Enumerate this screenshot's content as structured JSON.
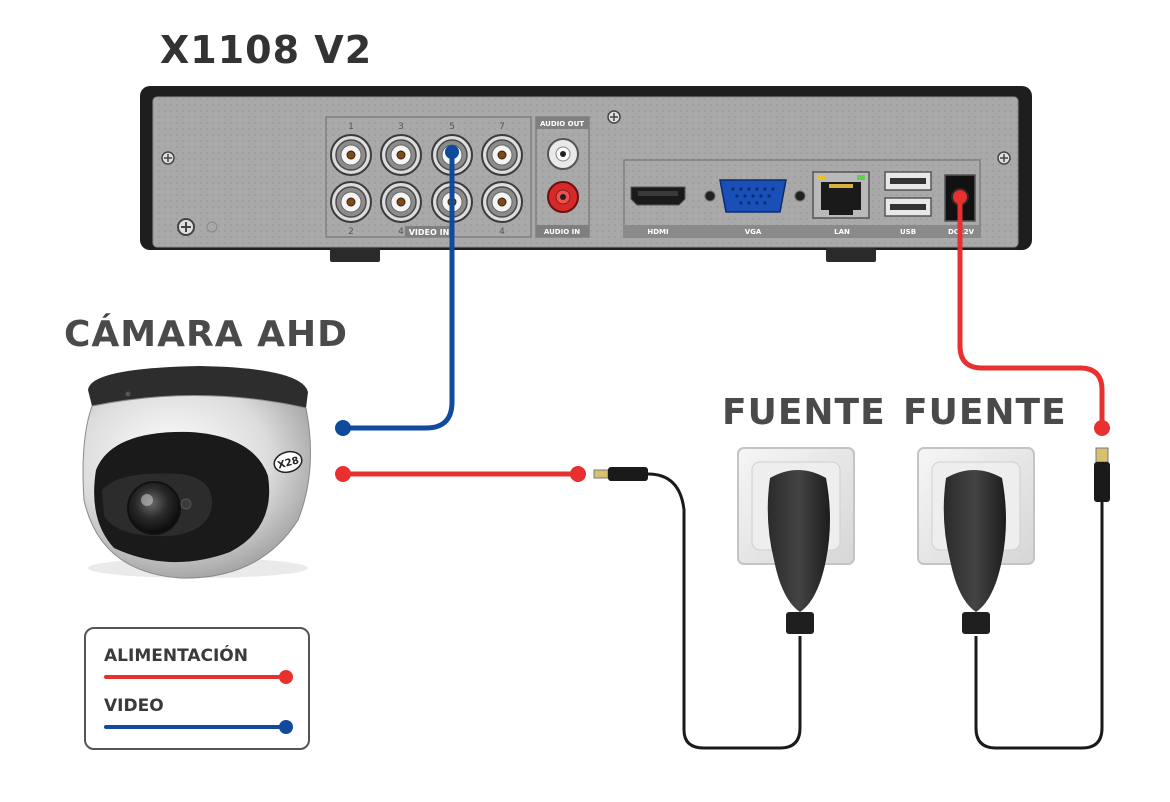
{
  "diagram": {
    "dvr_model": "X1108 V2",
    "camera_label": "CÁMARA AHD",
    "power_supply_labels": [
      "FUENTE",
      "FUENTE"
    ],
    "panel_labels": {
      "channel_numbers_top": [
        "1",
        "3",
        "5",
        "7"
      ],
      "channel_numbers_bottom": [
        "2",
        "4",
        "4"
      ],
      "video_in": "VIDEO IN",
      "audio_out": "AUDIO OUT",
      "audio_in": "AUDIO IN",
      "hdmi": "HDMI",
      "vga": "VGA",
      "lan": "LAN",
      "usb": "USB",
      "dc": "DC12V"
    },
    "camera_brand_badge": "X28",
    "legend": {
      "items": [
        {
          "label": "ALIMENTACIÓN",
          "color": "#e8302f"
        },
        {
          "label": "VIDEO",
          "color": "#0f4a9c"
        }
      ]
    },
    "colors": {
      "power_cable": "#e8302f",
      "video_cable": "#0f4a9c",
      "dvr_body": "#1e1e1e",
      "dvr_panel": "#a7a7a7"
    }
  }
}
